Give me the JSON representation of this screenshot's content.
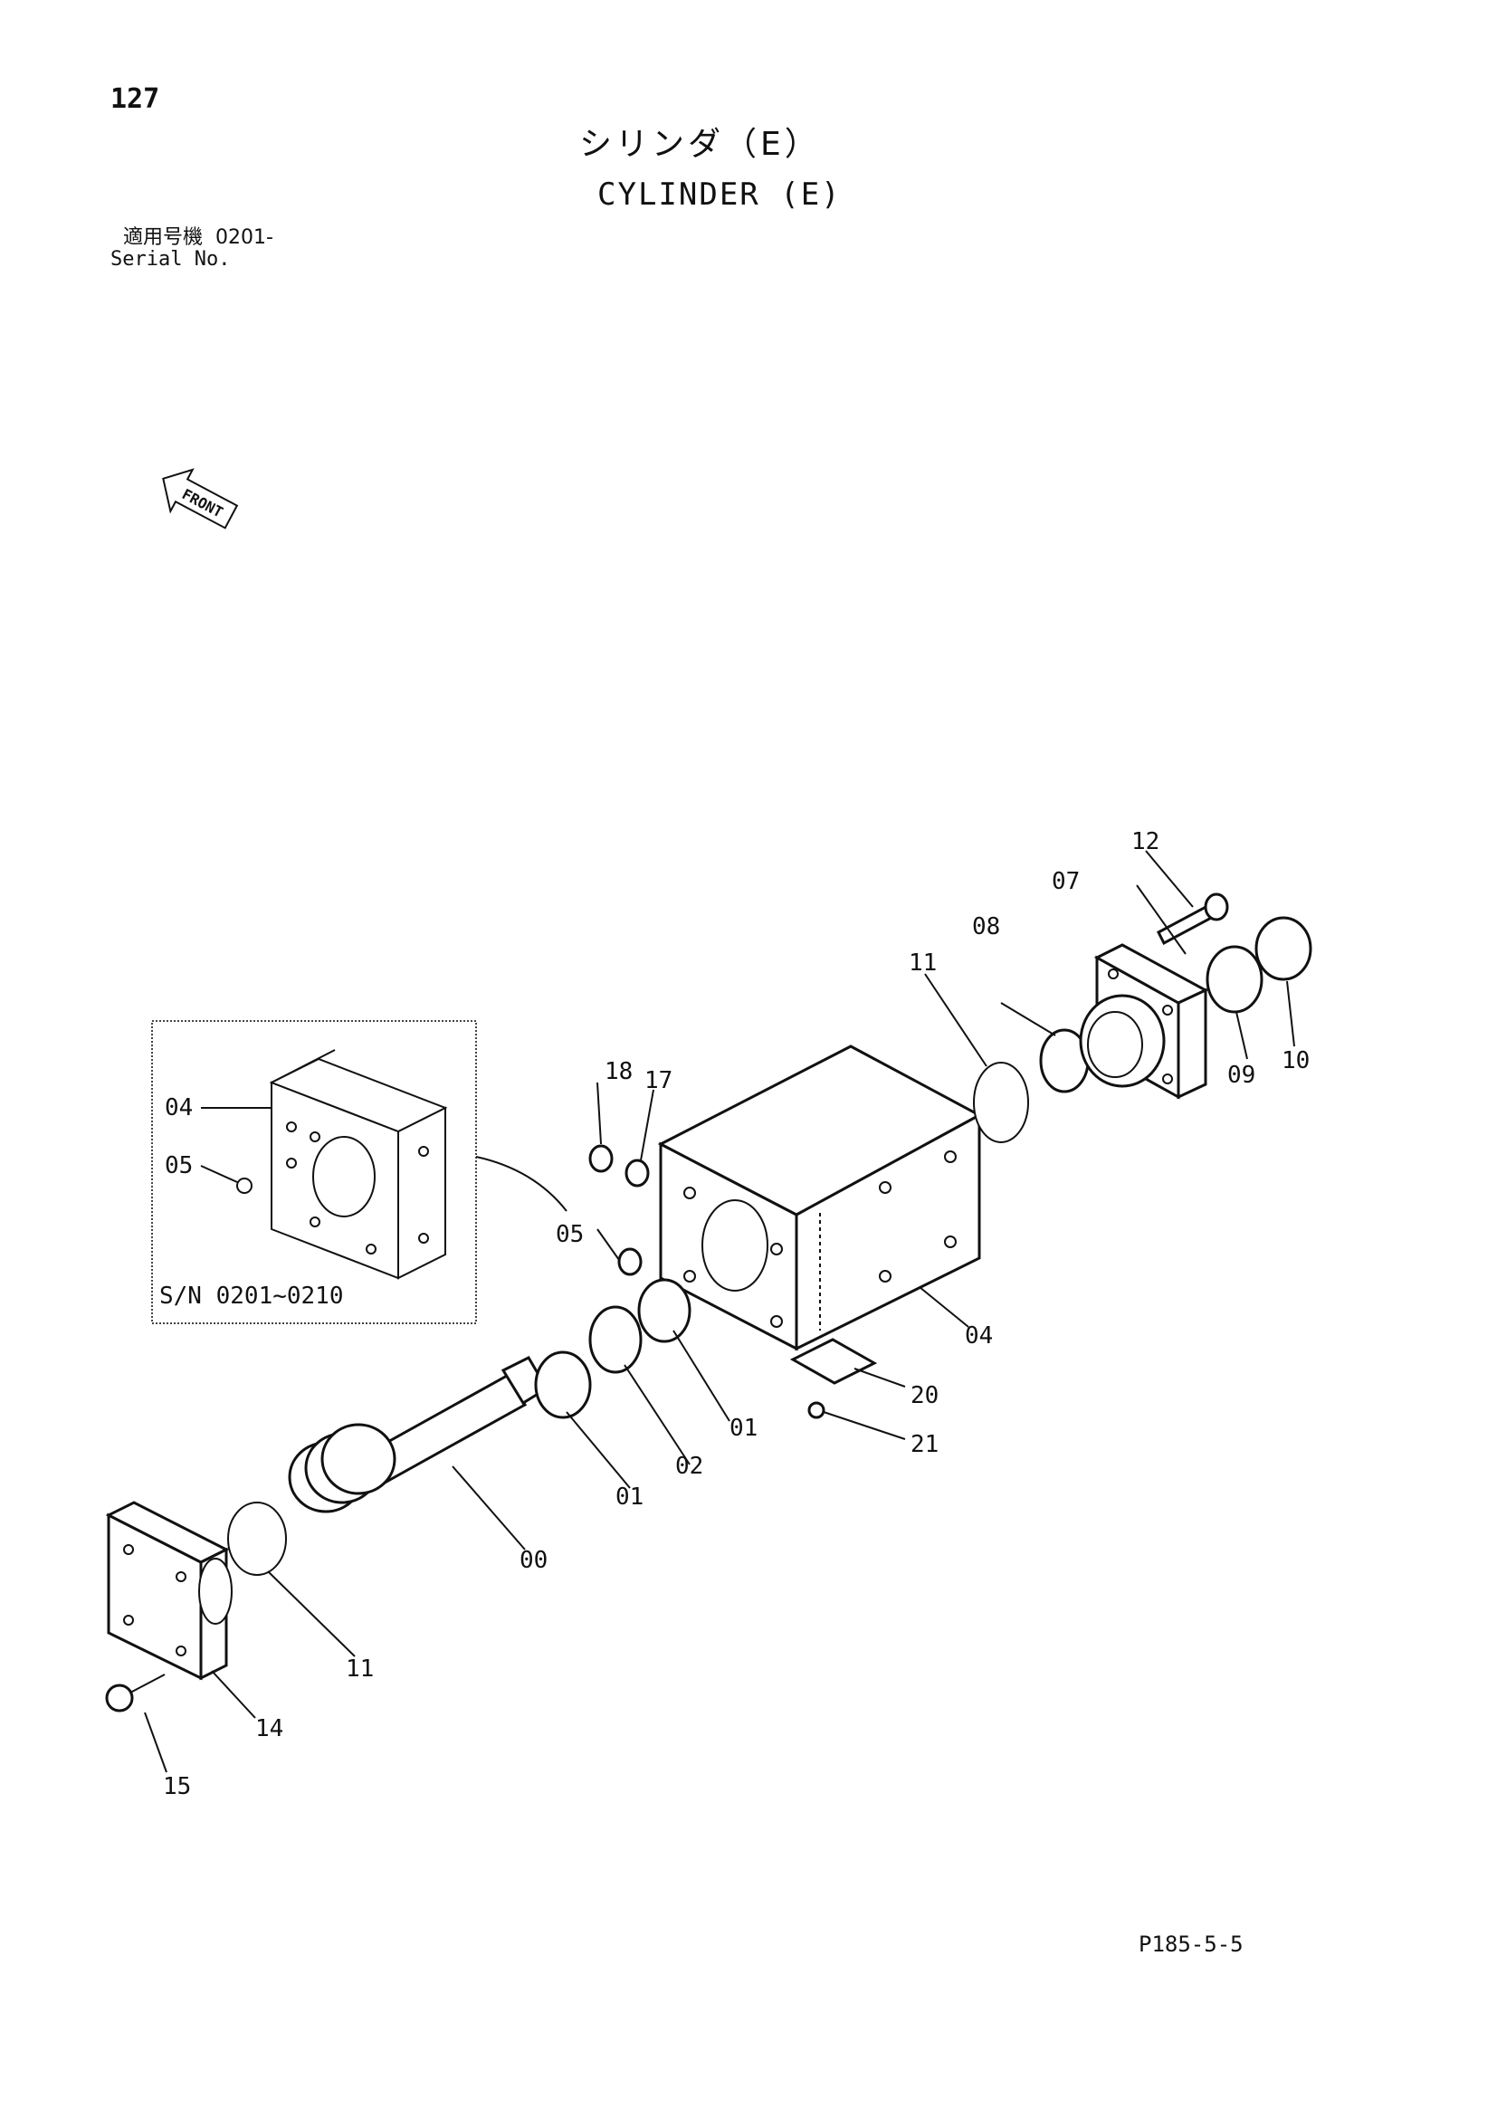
{
  "header": {
    "page_number": "127",
    "title_jp": "シリンダ（E）",
    "title_en": "CYLINDER (E)",
    "serial_label_jp": "適用号機",
    "serial_value": "0201-",
    "serial_label_en": "Serial No."
  },
  "front_indicator": {
    "label": "FRONT",
    "icon": "front-arrow-icon"
  },
  "inset": {
    "label": "S/N 0201~0210"
  },
  "callouts": {
    "p00": "00",
    "p01a": "01",
    "p01b": "01",
    "p02": "02",
    "p04_main": "04",
    "p04_inset": "04",
    "p05_main": "05",
    "p05_inset": "05",
    "p07": "07",
    "p08": "08",
    "p09": "09",
    "p10": "10",
    "p11_top": "11",
    "p11_bottom": "11",
    "p12": "12",
    "p14": "14",
    "p15": "15",
    "p17": "17",
    "p18": "18",
    "p20": "20",
    "p21": "21"
  },
  "footer": {
    "drawing_ref": "P185-5-5"
  }
}
